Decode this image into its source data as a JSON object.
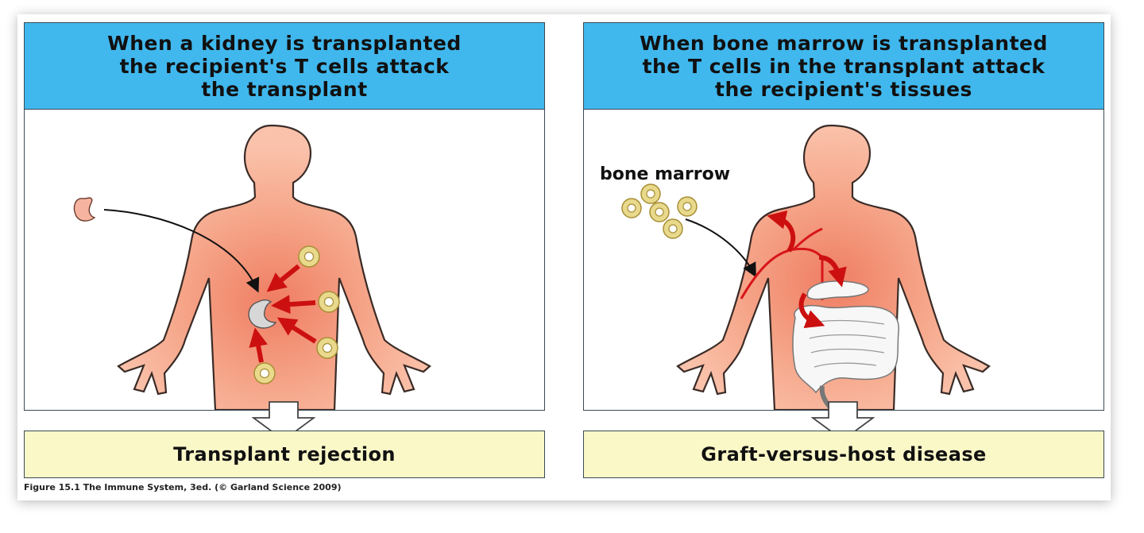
{
  "left_panel": {
    "header_lines": [
      "When a kidney is transplanted",
      "the recipient's T cells attack",
      "the transplant"
    ],
    "result": "Transplant rejection"
  },
  "right_panel": {
    "header_lines": [
      "When bone marrow is transplanted",
      "the T cells in the transplant attack",
      "the recipient's tissues"
    ],
    "label": "bone marrow",
    "result": "Graft-versus-host disease"
  },
  "caption": "Figure 15.1  The Immune System, 3ed. (© Garland Science 2009)",
  "colors": {
    "header_bg": "#40b8ee",
    "result_bg": "#fbf8c8",
    "skin": "#f6a98d",
    "skin_outline": "#3a2b26",
    "attack_arrow": "#cc1010",
    "t_cell": "#e8d98c"
  }
}
